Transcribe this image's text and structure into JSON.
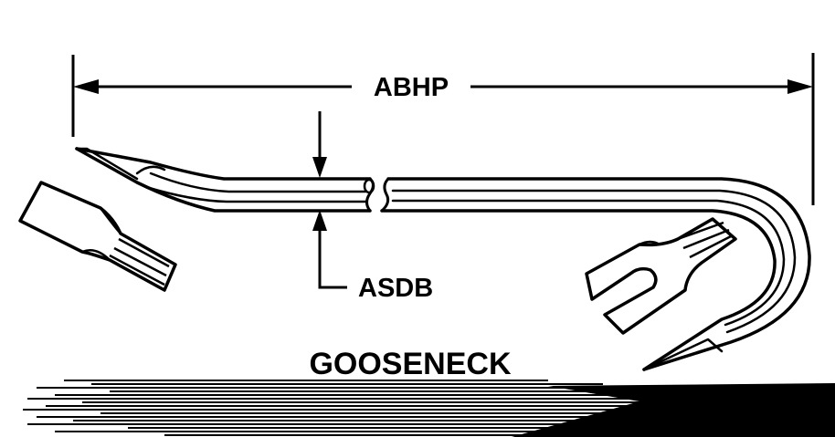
{
  "diagram": {
    "labels": {
      "overall_length": "ABHP",
      "bar_diameter": "ASDB",
      "tool_type": "GOOSENECK"
    },
    "colors": {
      "ink": "#000000",
      "paper": "#ffffff"
    }
  }
}
